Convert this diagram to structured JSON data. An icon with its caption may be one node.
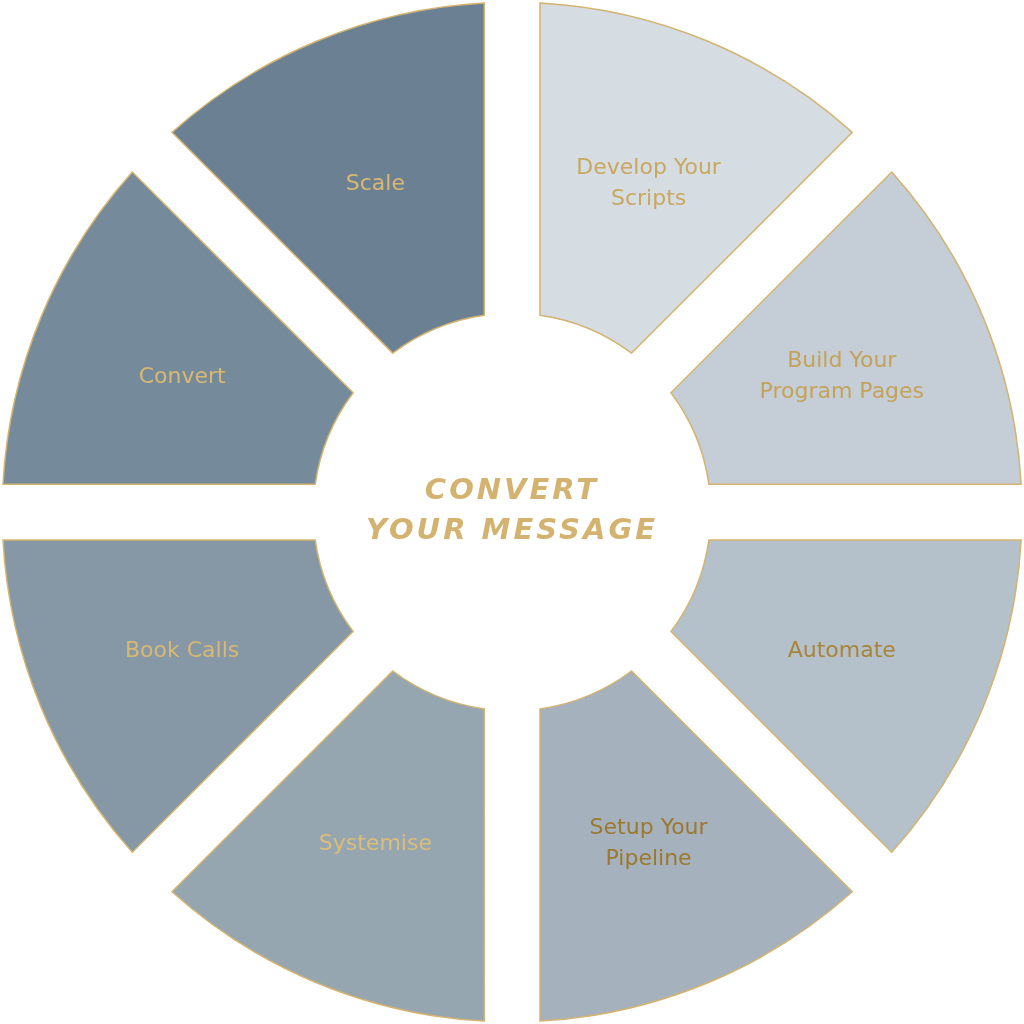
{
  "diagram": {
    "title": "CONVERT YOUR MESSAGE",
    "nodes": [
      {
        "text": [
          "Develop Your Scripts"
        ]
      },
      {
        "text": [
          "Build Your Program Pages"
        ]
      },
      {
        "text": [
          "Automate"
        ]
      },
      {
        "text": [
          "Setup Your Pipeline"
        ]
      },
      {
        "text": [
          "Systemise"
        ]
      },
      {
        "text": [
          "Book Calls"
        ]
      },
      {
        "text": [
          "Convert"
        ]
      },
      {
        "text": [
          "Scale"
        ]
      }
    ]
  }
}
